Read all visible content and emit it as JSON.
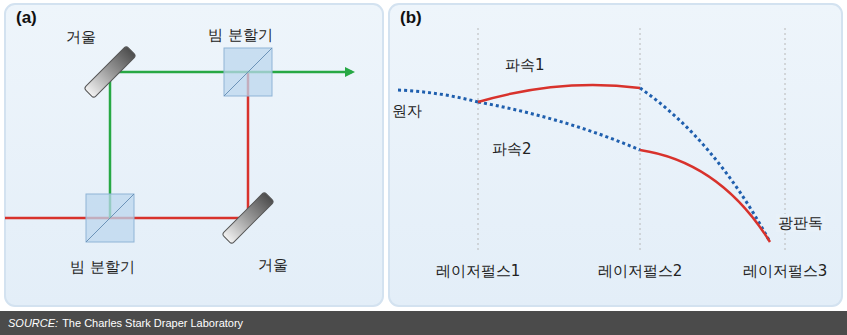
{
  "diagram": {
    "labels": [
      "(a)",
      "거울",
      "빔 분할기",
      "빔 분할기",
      "거울",
      "(b)",
      "파속1",
      "원자",
      "파속2",
      "광판독",
      "레이저펄스1",
      "레이저펄스2",
      "레이저펄스3",
      "SOURCE:",
      "The Charles Stark Draper Laboratory"
    ]
  }
}
